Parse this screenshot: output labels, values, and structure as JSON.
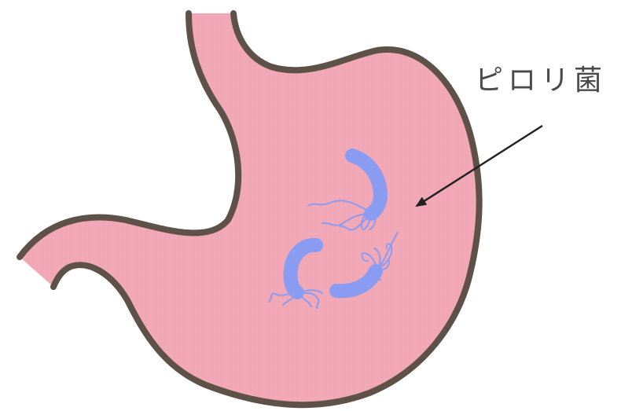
{
  "label": {
    "text": "ピロリ菌"
  },
  "colors": {
    "stomach_fill": "#f2a9b7",
    "stomach_outline": "#5e5248",
    "bacteria": "#8a9bf2",
    "text": "#4a4a4a",
    "arrow": "#222222"
  },
  "icons": {
    "stomach": "stomach-illustration",
    "bacteria": "helicobacter-pylori-icon",
    "arrow": "pointer-arrow"
  }
}
